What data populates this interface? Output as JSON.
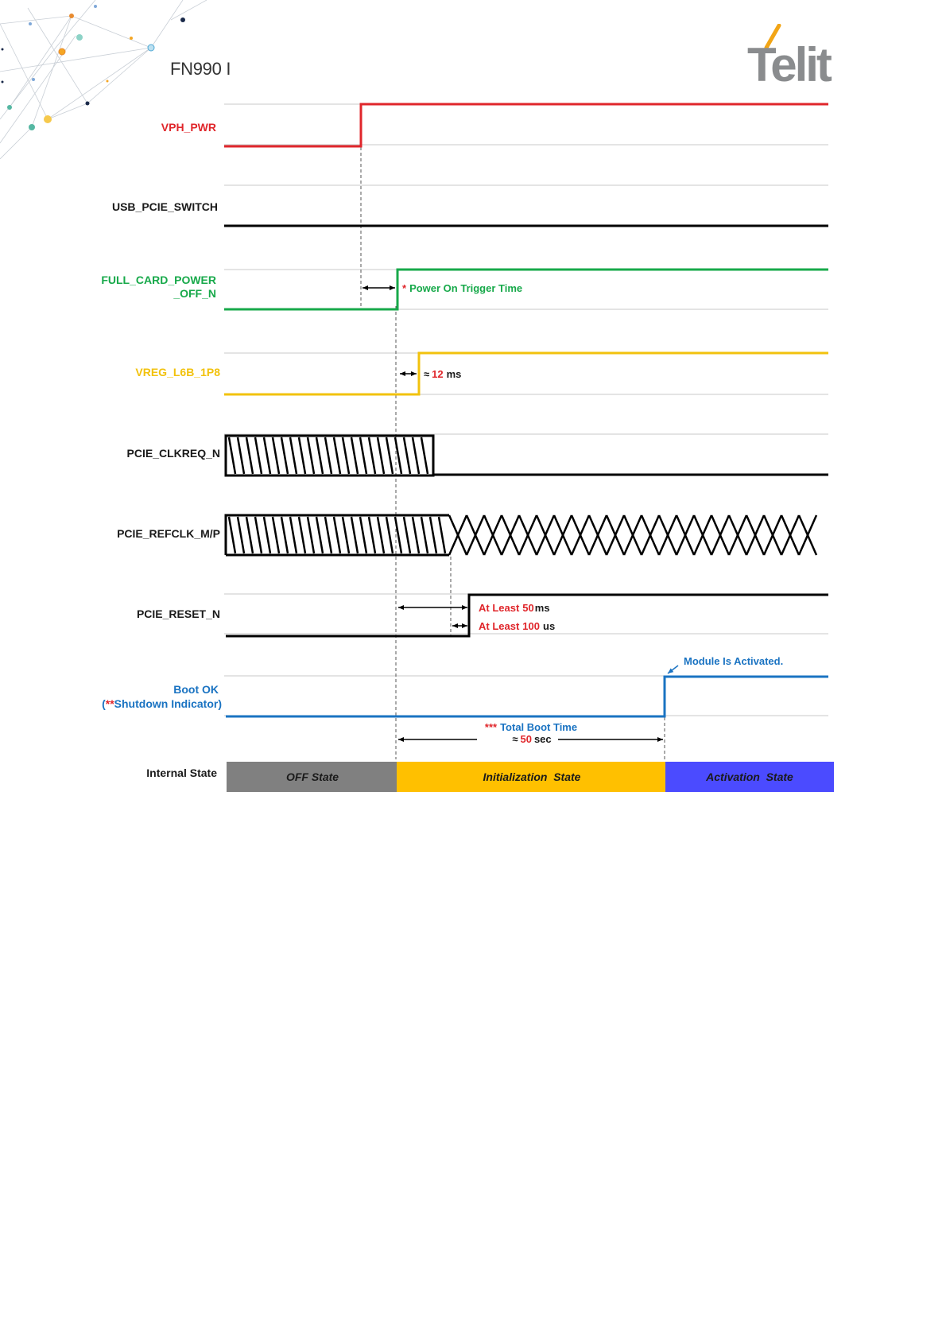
{
  "header": {
    "title": "FN990 I",
    "logo_text": "Telit"
  },
  "colors": {
    "vph": "#e0262b",
    "green": "#17a94a",
    "yellow": "#f2c20d",
    "blue": "#1a73c2",
    "off_state": "#808080",
    "init_state": "#ffc000",
    "act_state": "#4b4bff",
    "red_text": "#e0262b"
  },
  "signals": {
    "vph_pwr": "VPH_PWR",
    "usb_pcie_switch": "USB_PCIE_SWITCH",
    "full_card_power_1": "FULL_CARD_POWER",
    "full_card_power_2": "_OFF_N",
    "vreg": "VREG_L6B_1P8",
    "clkreq": "PCIE_CLKREQ_N",
    "refclk": "PCIE_REFCLK_M/P",
    "reset": "PCIE_RESET_N",
    "boot_ok_1": "Boot OK",
    "boot_ok_2_prefix": "(",
    "boot_ok_2_stars": "**",
    "boot_ok_2_text": "Shutdown Indicator)",
    "internal_state": "Internal State"
  },
  "annotations": {
    "power_on_star": "*",
    "power_on_trigger": "Power On Trigger Time",
    "vreg_approx": "≈",
    "vreg_value": "12",
    "vreg_unit": "ms",
    "reset_50_label": "At Least",
    "reset_50_value": "50",
    "reset_50_unit": "ms",
    "reset_100_label": "At Least",
    "reset_100_value": "100",
    "reset_100_unit": "us",
    "module_activated": "Module Is Activated.",
    "boot_stars": "***",
    "boot_time": "Total Boot Time",
    "boot_approx": "≈",
    "boot_value": "50",
    "boot_unit": "sec"
  },
  "states": {
    "off": "OFF State",
    "init": "Initialization  State",
    "activation": "Activation  State"
  }
}
